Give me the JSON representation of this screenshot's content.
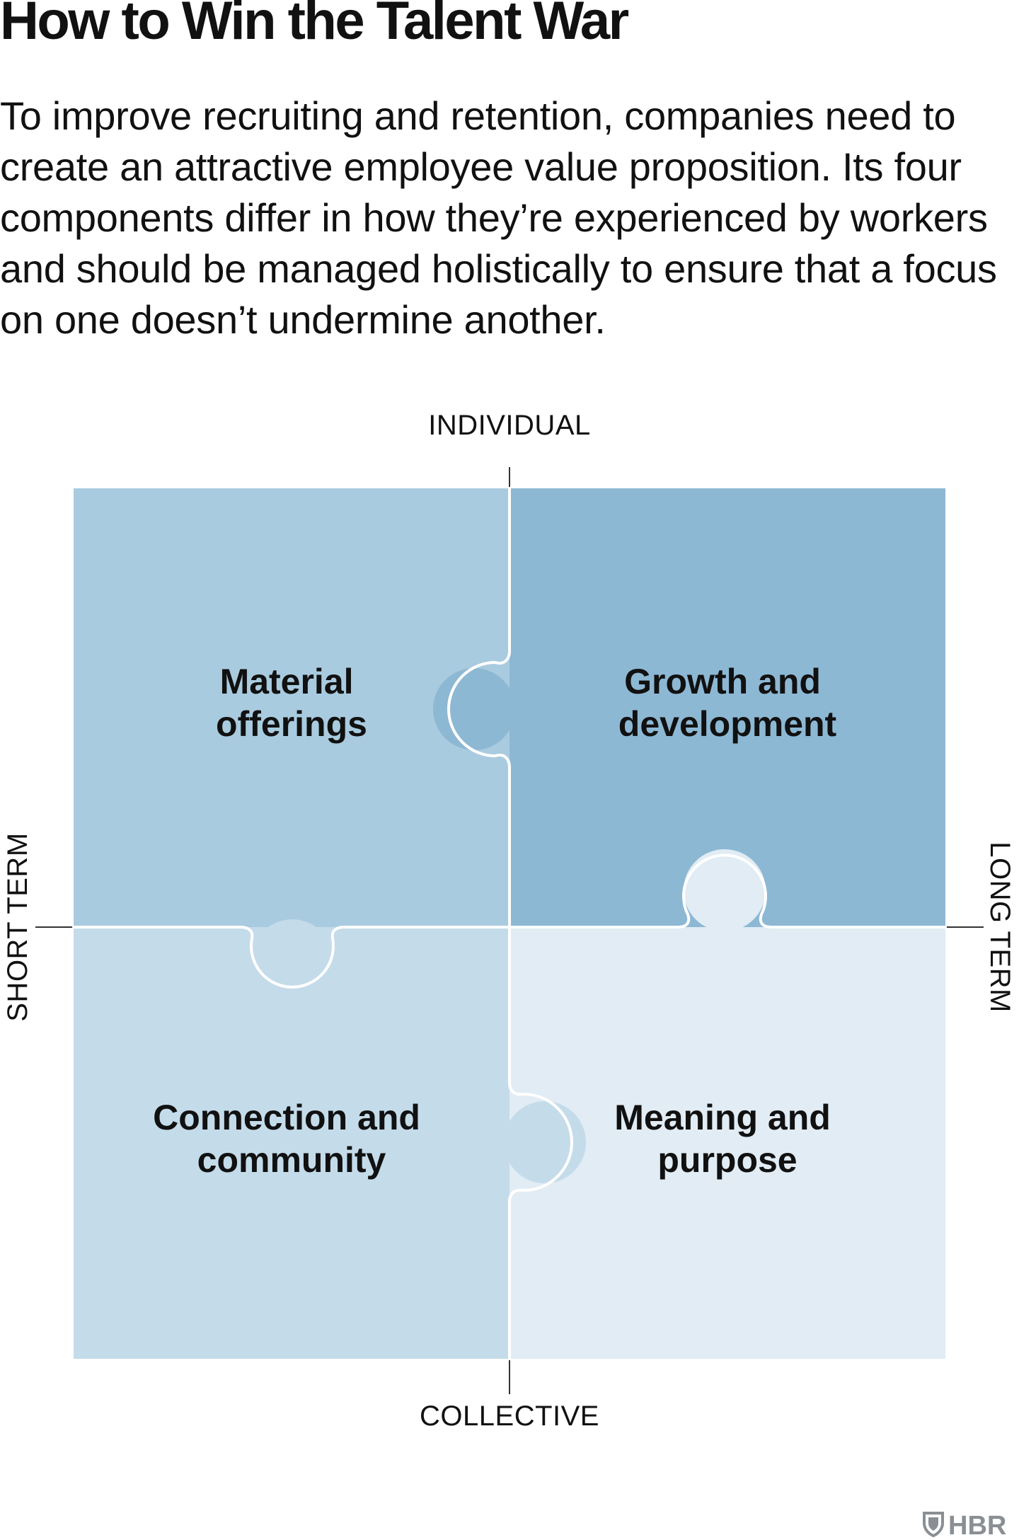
{
  "header": {
    "title": "How to Win the Talent War",
    "subtitle": "To improve recruiting and retention, companies need to create an attractive employee value proposition. Its four components differ in how they’re experienced by workers and should be managed holistically to ensure that a focus on one doesn’t undermine another."
  },
  "axes": {
    "top": "INDIVIDUAL",
    "bottom": "COLLECTIVE",
    "left": "SHORT TERM",
    "right": "LONG TERM"
  },
  "quadrants": {
    "top_left": {
      "line1": "Material",
      "line2": "offerings",
      "color": "#a9cbdf"
    },
    "top_right": {
      "line1": "Growth and",
      "line2": "development",
      "color": "#8db8d4"
    },
    "bottom_left": {
      "line1": "Connection and",
      "line2": "community",
      "color": "#c4dbea"
    },
    "bottom_right": {
      "line1": "Meaning and",
      "line2": "purpose",
      "color": "#e1ecf4"
    }
  },
  "colors": {
    "separator": "#ffffff",
    "axis_line": "#333333",
    "brand": "#8a8f94"
  },
  "brand": {
    "label": "HBR",
    "icon": "shield-icon"
  }
}
